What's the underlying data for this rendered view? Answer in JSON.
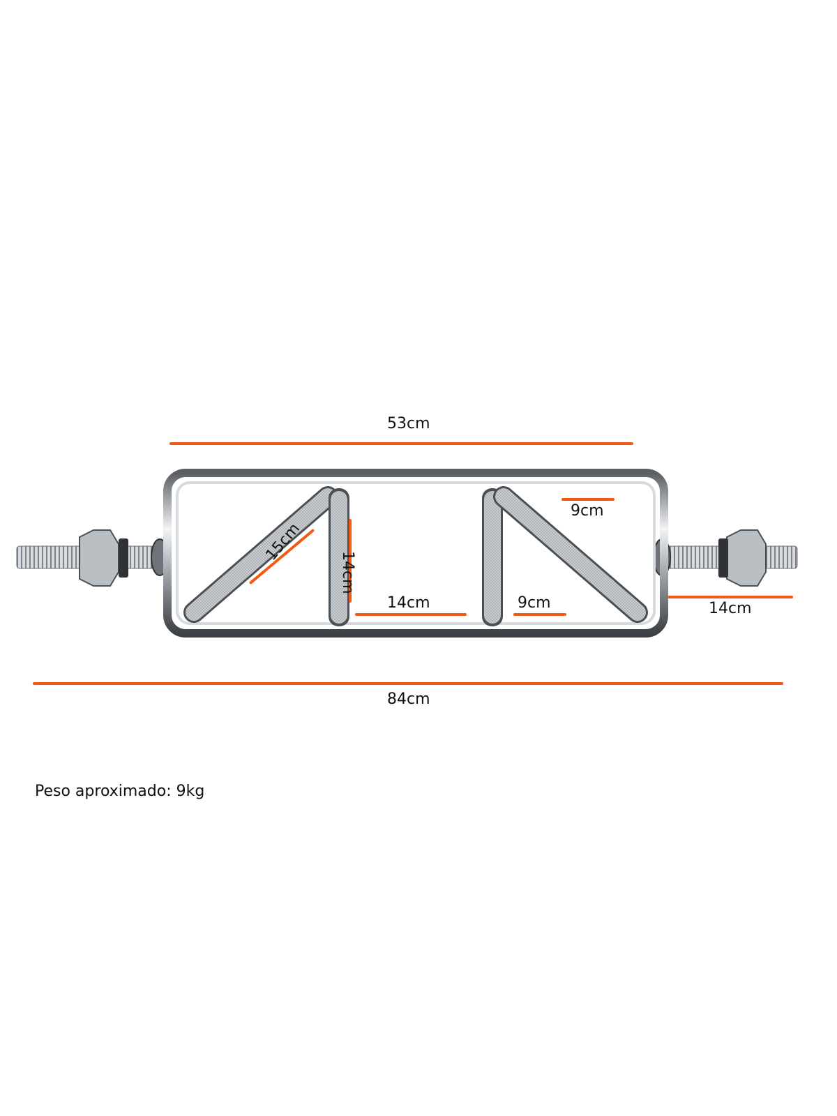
{
  "product": {
    "name_hidden": "",
    "accent_color": "#F25A14",
    "metal_color": "#C9CCD0"
  },
  "dimensions": {
    "frame_length": "53cm",
    "total_length": "84cm",
    "diagonal_handle": "15cm",
    "straight_handle": "14cm",
    "middle_gap": "14cm",
    "side_gap_top": "9cm",
    "side_gap_bottom": "9cm",
    "sleeve_length": "14cm"
  },
  "note": {
    "weight": "Peso aproximado: 9kg"
  }
}
